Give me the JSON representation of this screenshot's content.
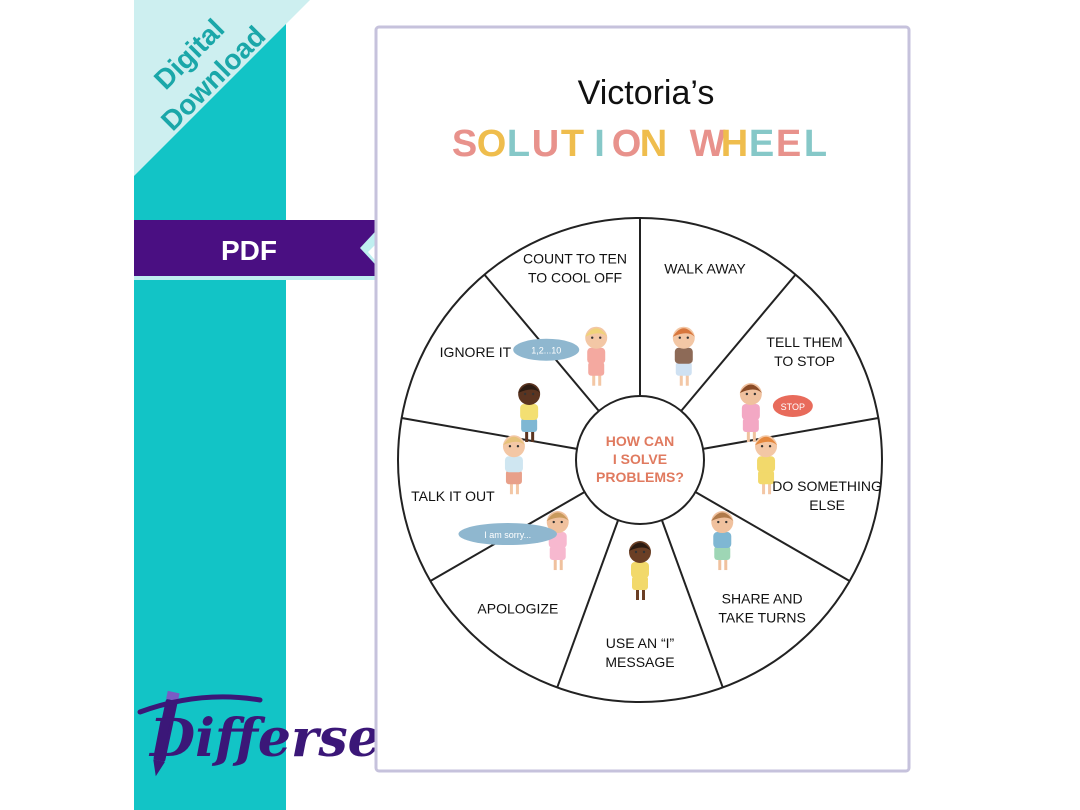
{
  "banner": {
    "ribbon_line1": "Digital",
    "ribbon_line2": "Download",
    "format_tag": "PDF"
  },
  "brand": {
    "logo_text": "Differse"
  },
  "poster": {
    "name_title": "Victoria’s",
    "subtitle_letters": [
      "S",
      "O",
      "L",
      "U",
      "T",
      "I",
      "O",
      "N",
      " ",
      "W",
      "H",
      "E",
      "E",
      "L"
    ],
    "subtitle_colors": [
      "#e8928c",
      "#efbd4d",
      "#86c8c8",
      "#e8928c",
      "#efbd4d",
      "#86c8c8",
      "#e8928c",
      "#efbd4d",
      "#86c8c8",
      "#e8928c",
      "#efbd4d",
      "#86c8c8",
      "#e8928c",
      "#86c8c8"
    ],
    "hub_lines": [
      "HOW CAN",
      "I SOLVE",
      "PROBLEMS?"
    ],
    "hub_color": "#e07a5f",
    "segments": [
      {
        "lines": [
          "WALK AWAY"
        ]
      },
      {
        "lines": [
          "TELL THEM",
          "TO STOP"
        ],
        "bubble": "STOP"
      },
      {
        "lines": [
          "DO SOMETHING",
          "ELSE"
        ]
      },
      {
        "lines": [
          "SHARE AND",
          "TAKE TURNS"
        ]
      },
      {
        "lines": [
          "USE AN “I”",
          "MESSAGE"
        ]
      },
      {
        "lines": [
          "APOLOGIZE"
        ],
        "bubble": "I am sorry..."
      },
      {
        "lines": [
          "TALK IT OUT"
        ]
      },
      {
        "lines": [
          "IGNORE IT"
        ]
      },
      {
        "lines": [
          "COUNT TO TEN",
          "TO COOL OFF"
        ],
        "bubble": "1,2...10"
      }
    ]
  },
  "colors": {
    "teal_strip": "#12c4c6",
    "ribbon_bg": "#cdeff0",
    "ribbon_text": "#1aa7a9",
    "tag_bg": "#4a0f82",
    "tag_text": "#ffffff",
    "logo": "#3b1778",
    "frame": "#c6c2dc"
  }
}
